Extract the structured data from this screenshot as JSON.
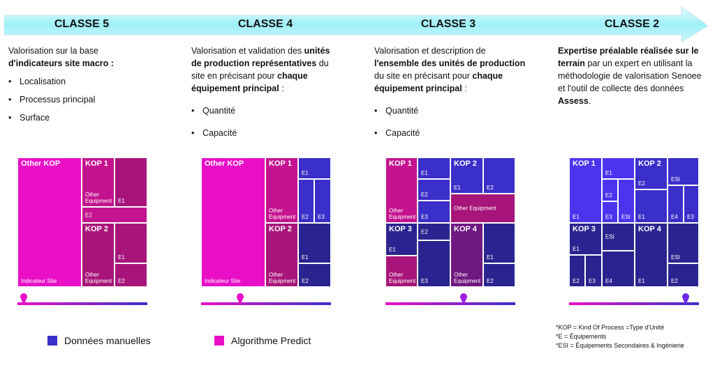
{
  "colors": {
    "magenta": "#E80FC7",
    "m2": "#C4138E",
    "m3": "#A8157A",
    "blue": "#3B2FC9",
    "dblue": "#2B2490",
    "bright": "#4C33EE",
    "purple": "#6E1880"
  },
  "classes": [
    {
      "title": "CLASSE 5",
      "desc_intro": "Valorisation sur la base ",
      "desc_b1": "d'indicateurs site macro :",
      "bullets": [
        "Localisation",
        "Processus principal",
        "Surface"
      ],
      "slider": 0.05
    },
    {
      "title": "CLASSE 4",
      "desc_p1": "Valorisation et validation des ",
      "desc_b1": "unités de production représentatives",
      "desc_p2": " du site en précisant pour ",
      "desc_b2": "chaque équipement principal",
      "desc_p3": " :",
      "bullets": [
        "Quantité",
        "Capacité"
      ],
      "slider": 0.3
    },
    {
      "title": "CLASSE 3",
      "desc_p1": "Valorisation et description de ",
      "desc_b1": "l'ensemble des unités de production",
      "desc_p2": " du site en précisant pour ",
      "desc_b2": "chaque équipement principal",
      "desc_p3": " :",
      "bullets": [
        "Quantité",
        "Capacité"
      ],
      "slider": 0.6
    },
    {
      "title": "CLASSE 2",
      "desc_b1": "Expertise préalable réalisée sur le terrain",
      "desc_p1": " par un expert en utilisant la méthodologie de valorisation Senoee et l'outil de collecte des données ",
      "desc_b2": "Assess",
      "desc_p2": ".",
      "slider": 0.9
    }
  ],
  "tm5": {
    "other_kop": "Other KOP",
    "ind_site": "Indicateur Site",
    "kop1": "KOP 1",
    "oe1": "Other Equipment",
    "e1a": "E1",
    "e2a": "E2",
    "kop2": "KOP 2",
    "oe2": "Other Equipment",
    "e1b": "E1",
    "e2b": "E2"
  },
  "tm4": {
    "other_kop": "Other KOP",
    "ind_site": "Indicateur Site",
    "kop1": "KOP 1",
    "oe1": "Other Equipment",
    "e1a": "E1",
    "e2a": "E2",
    "e3a": "E3",
    "kop2": "KOP 2",
    "oe2": "Other Equipment",
    "e1b": "E1",
    "e2b": "E2"
  },
  "tm3": {
    "kop1": "KOP 1",
    "oe1": "Other Equipment",
    "e1a": "E1",
    "e2a": "E2",
    "e3a": "E3",
    "kop2": "KOP 2",
    "e1b": "E1",
    "e2b": "E2",
    "oe2": "Other Equipment",
    "kop3": "KOP 3",
    "e1c": "E1",
    "oe3": "Other Equipment",
    "e2c": "E2",
    "e3c": "E3",
    "kop4": "KOP 4",
    "oe4": "Other Equipment",
    "e1d": "E1",
    "e2d": "E2"
  },
  "tm2": {
    "kop1": "KOP 1",
    "e1a": "E1",
    "e1b": "E1",
    "e2a": "E2",
    "e3a": "E3",
    "esi_a": "ESI",
    "kop2": "KOP 2",
    "e2b": "E2",
    "esi_b": "ESI",
    "e1c": "E1",
    "e4a": "E4",
    "e3b": "E3",
    "kop3": "KOP 3",
    "e1d": "E1",
    "e2c": "E2",
    "e3c": "E3",
    "esi_c": "ESI",
    "e4b": "E4",
    "kop4": "KOP 4",
    "e1e": "E1",
    "esi_d": "ESI",
    "e2d": "E2"
  },
  "legend": {
    "manual": "Données manuelles",
    "algo": "Algorithme Predict"
  },
  "notes": [
    "*KOP = Kind Of Process =Type d'Unité",
    "*E = Équipements",
    "*ESI = Équipements Secondaires & Ingénierie"
  ]
}
